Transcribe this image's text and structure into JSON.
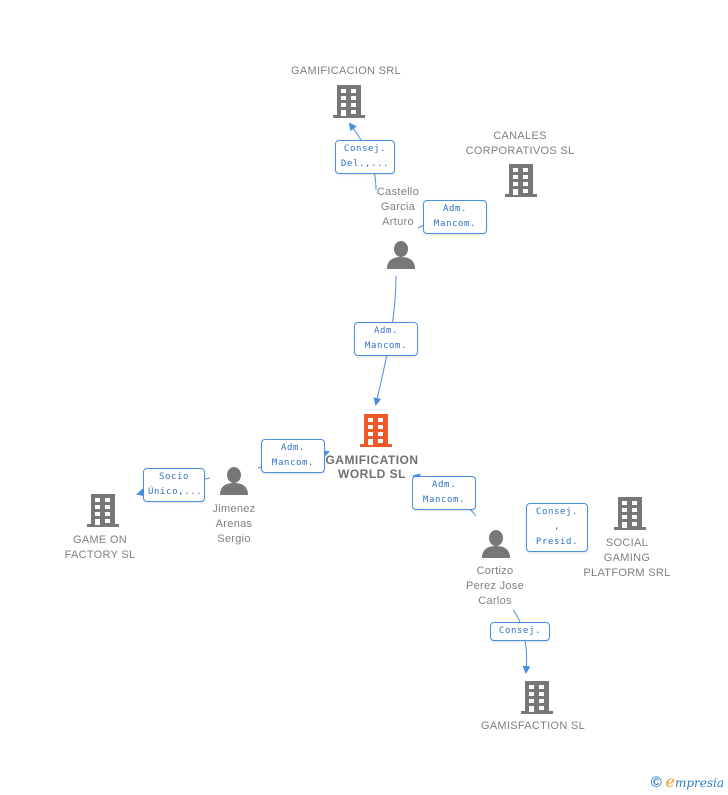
{
  "colors": {
    "edge": "#4a8fe0",
    "building": "#777777",
    "building_center": "#f05a2a",
    "person": "#777777"
  },
  "nodes": {
    "gamificacion_srl": {
      "label": "GAMIFICACION SRL",
      "type": "company"
    },
    "canales": {
      "label": "CANALES\nCORPORATIVOS SL",
      "type": "company"
    },
    "castello": {
      "label": "Castello\nGarcia\nArturo",
      "type": "person"
    },
    "center": {
      "label": "GAMIFICATION\nWORLD  SL",
      "type": "company-focus"
    },
    "jimenez": {
      "label": "Jimenez\nArenas\nSergio",
      "type": "person"
    },
    "game_on": {
      "label": "GAME ON\nFACTORY  SL",
      "type": "company"
    },
    "cortizo": {
      "label": "Cortizo\nPerez Jose\nCarlos",
      "type": "person"
    },
    "social": {
      "label": "SOCIAL\nGAMING\nPLATFORM SRL",
      "type": "company"
    },
    "gamisfaction": {
      "label": "GAMISFACTION SL",
      "type": "company"
    }
  },
  "edges": [
    {
      "from": "castello",
      "to": "gamificacion_srl",
      "label": "Consej.\nDel.,..."
    },
    {
      "from": "castello",
      "to": "canales",
      "label": "Adm.\nMancom."
    },
    {
      "from": "castello",
      "to": "center",
      "label": "Adm.\nMancom."
    },
    {
      "from": "jimenez",
      "to": "center",
      "label": "Adm.\nMancom."
    },
    {
      "from": "jimenez",
      "to": "game_on",
      "label": "Socio\nÚnico,..."
    },
    {
      "from": "cortizo",
      "to": "center",
      "label": "Adm.\nMancom."
    },
    {
      "from": "cortizo",
      "to": "social",
      "label": "Consej. ,\nPresid."
    },
    {
      "from": "cortizo",
      "to": "gamisfaction",
      "label": "Consej."
    }
  ],
  "footer": {
    "copyright": "©",
    "brand_first": "e",
    "brand_rest": "mpresia"
  }
}
